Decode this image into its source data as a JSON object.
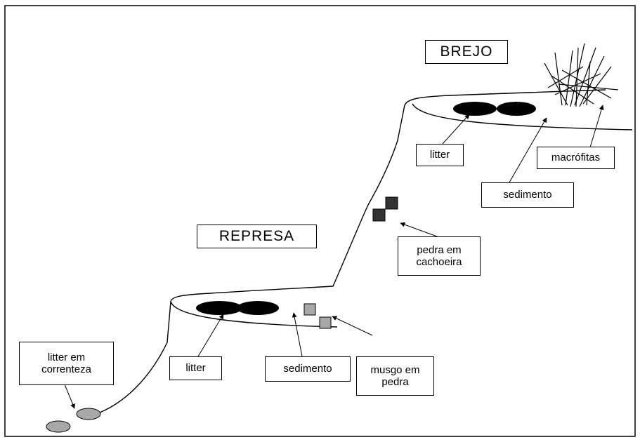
{
  "regions": {
    "brejo": "BREJO",
    "represa": "REPRESA"
  },
  "labels": {
    "litter_brejo": "litter",
    "macrofitas": "macrófitas",
    "sedimento_brejo": "sedimento",
    "pedra_cachoeira_l1": "pedra em",
    "pedra_cachoeira_l2": "cachoeira",
    "litter_correnteza_l1": "litter em",
    "litter_correnteza_l2": "correnteza",
    "litter_represa": "litter",
    "sedimento_represa": "sedimento",
    "musgo_l1": "musgo em",
    "musgo_l2": "pedra"
  },
  "colors": {
    "line": "#000000",
    "litter_fill": "#000000",
    "stream_stone": "#a8a8a8",
    "moss_stone": "#a8a8a8",
    "waterfall_stone": "#333333",
    "macrophyte": "#000000"
  }
}
